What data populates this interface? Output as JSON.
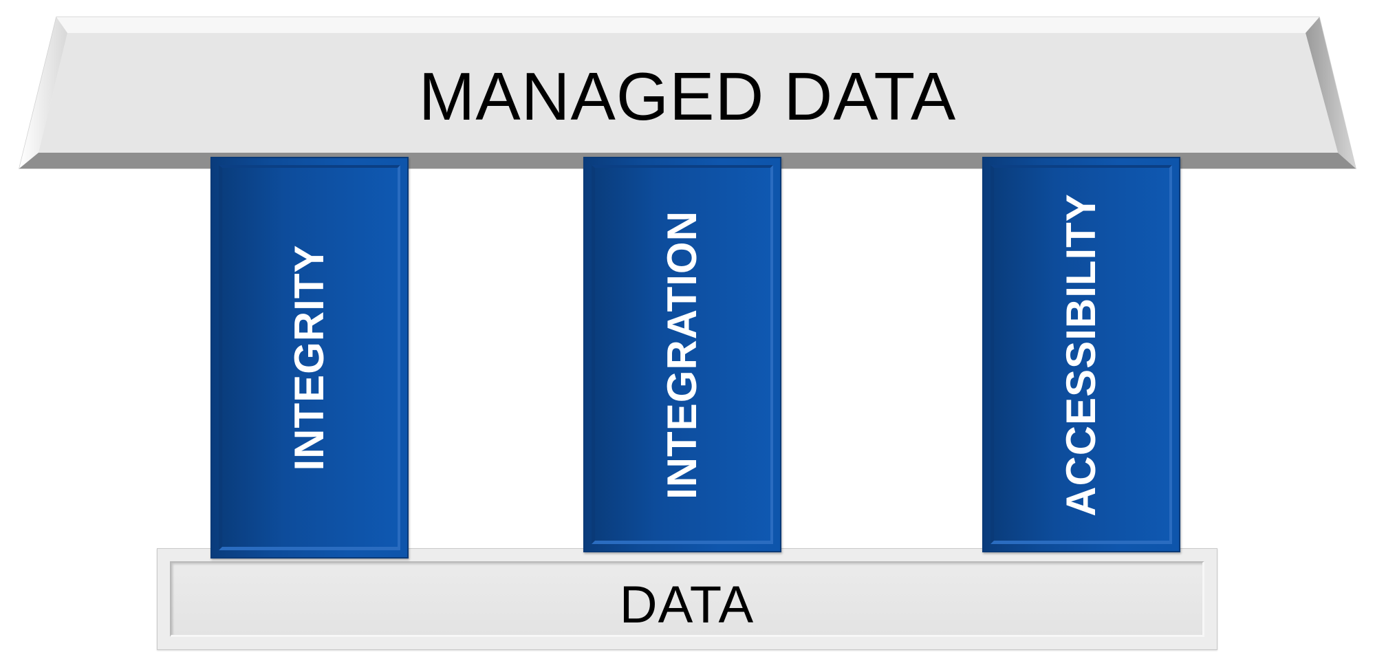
{
  "diagram": {
    "roof": {
      "title": "MANAGED DATA"
    },
    "pillars": [
      {
        "label": "INTEGRITY"
      },
      {
        "label": "INTEGRATION"
      },
      {
        "label": "ACCESSIBILITY"
      }
    ],
    "foundation": {
      "label": "DATA"
    },
    "colors": {
      "pillar_blue": "#0f56ad",
      "pillar_dark_blue": "#0a3c7c",
      "roof_gray": "#e6e6e6",
      "base_gray": "#e8e8e8",
      "pillar_text": "#ffffff",
      "label_text": "#000000"
    }
  }
}
